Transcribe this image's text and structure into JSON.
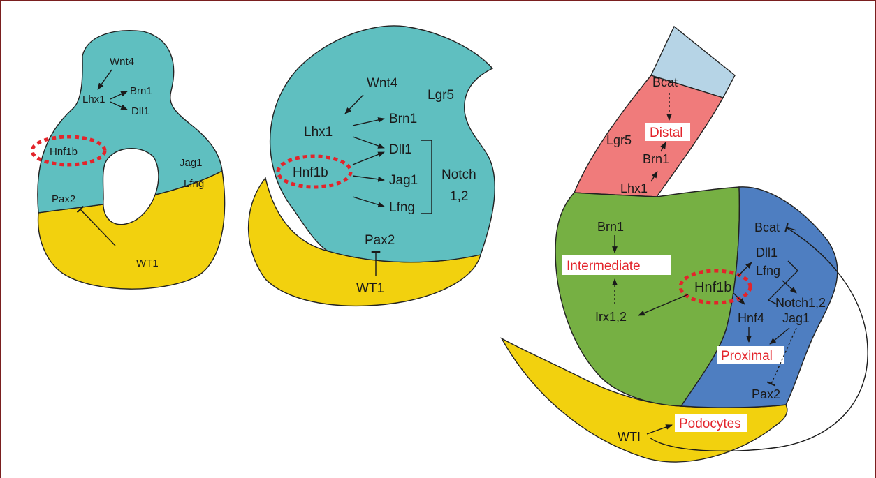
{
  "colors": {
    "border": "#7a1f1f",
    "teal": "#5fbfc0",
    "yellow": "#f2d10e",
    "pink": "#f07b7b",
    "lightblue": "#b6d4e6",
    "green": "#76b043",
    "blue": "#4e7ec1",
    "highlight": "#e3242b"
  },
  "stage1": {
    "wnt4": "Wnt4",
    "lhx1": "Lhx1",
    "brn1": "Brn1",
    "dll1": "Dll1",
    "hnf1b": "Hnf1b",
    "jag1": "Jag1",
    "lfng": "Lfng",
    "pax2": "Pax2",
    "wt1": "WT1"
  },
  "stage2": {
    "wnt4": "Wnt4",
    "lgr5": "Lgr5",
    "lhx1": "Lhx1",
    "brn1": "Brn1",
    "dll1": "Dll1",
    "hnf1b": "Hnf1b",
    "jag1": "Jag1",
    "lfng": "Lfng",
    "notch_line1": "Notch",
    "notch_line2": "1,2",
    "pax2": "Pax2",
    "wt1": "WT1"
  },
  "stage3": {
    "bcat_top": "Bcat",
    "distal": "Distal",
    "lgr5": "Lgr5",
    "brn1_top": "Brn1",
    "lhx1": "Lhx1",
    "brn1": "Brn1",
    "intermediate": "Intermediate",
    "irx": "Irx1,2",
    "hnf1b": "Hnf1b",
    "bcat": "Bcat",
    "dll1": "Dll1",
    "lfng": "Lfng",
    "notch": "Notch1,2",
    "hnf4": "Hnf4",
    "jag1": "Jag1",
    "proximal": "Proximal",
    "pax2": "Pax2",
    "wti": "WTI",
    "podocytes": "Podocytes"
  }
}
